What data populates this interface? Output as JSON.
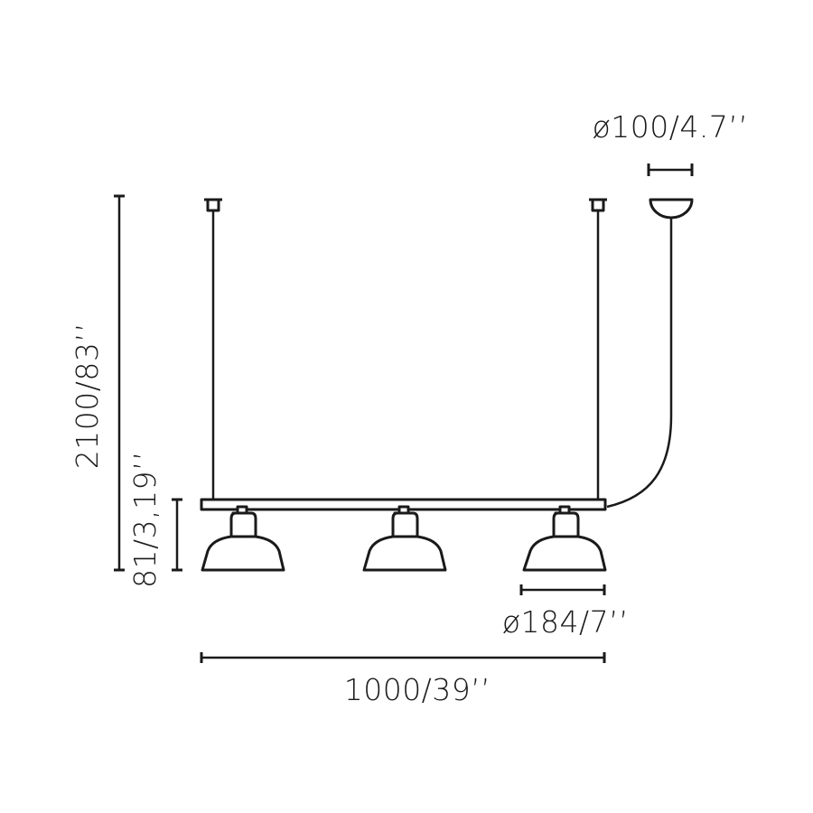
{
  "diagram": {
    "type": "technical-dimension-drawing",
    "subject": "3-light linear pendant lamp",
    "line_color": "#1a1a1a",
    "background": "#ffffff",
    "dimensions": {
      "canopy_diameter": "ø100/4.7’’",
      "total_height": "2100/83’’",
      "lamp_height": "81/3,19’’",
      "shade_diameter": "ø184/7’’",
      "total_width": "1000/39’’"
    },
    "components": {
      "suspension_cables": 2,
      "lamp_shades": 3,
      "horizontal_bar": 1,
      "ceiling_canopy": 1,
      "power_cable": 1
    }
  }
}
